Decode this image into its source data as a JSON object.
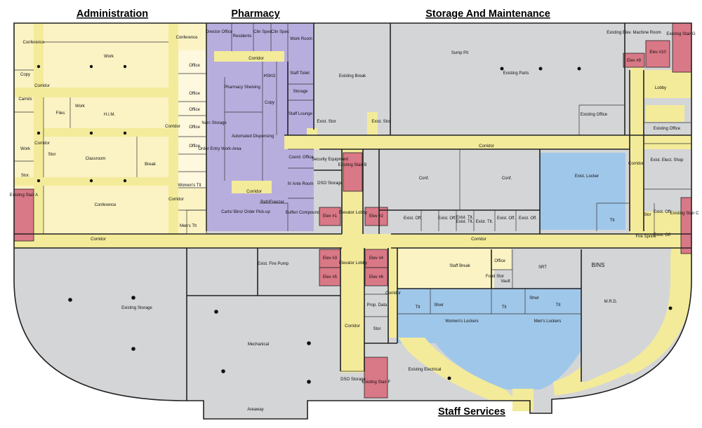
{
  "sections": {
    "administration": "Administration",
    "pharmacy": "Pharmacy",
    "storage_maintenance": "Storage And Maintenance",
    "staff_services": "Staff Services"
  },
  "colors": {
    "administration": "#fbf3c4",
    "pharmacy": "#b8aede",
    "storage": "#d4d5d6",
    "corridor": "#f3eb9a",
    "elevator_stair": "#d97886",
    "lockers": "#9fc7ea",
    "walls": "#222222"
  },
  "rooms": {
    "conference_top": "Conference",
    "work": "Work",
    "conference_small": "Conference",
    "copy": "Copy",
    "corridor_admin": "Corridor",
    "carrels": "Carrels",
    "work_left": "Work",
    "files": "Files",
    "him": "H.I.M.",
    "office_1": "Office",
    "office_2": "Office",
    "office_3": "Office",
    "office_4": "Office",
    "office_5": "Office",
    "corridor_admin_right": "Corridor",
    "corridor_admin_left": "Corridor",
    "work_lower_left": "Work",
    "stor_admin": "Stor",
    "stor_admin_2": "Stor.",
    "classroom": "Classroom",
    "break": "Break",
    "conference_large": "Conference",
    "womens_tlt": "Women's Tlt",
    "mens_tlt": "Men's Tlt",
    "corridor_admin_small": "Corridor",
    "existing_stair_a": "Existing Stair A",
    "director_office": "Director Office",
    "residents": "Residents",
    "clin_spec_1": "Clin Spec",
    "clin_spec_2": "Clin Spec",
    "work_room": "Work Room",
    "corridor_pharm": "Corridor",
    "pharmacy_shelving": "Pharmacy Shelving",
    "hskg": "HSKG",
    "staff_toilet": "Staff Toilet",
    "storage_pharm": "Storage",
    "copy_pharm": "Copy",
    "staff_lounge": "Staff Lounge",
    "narc_storage": "Narc Storage",
    "automated_dispensing": "Automated Dispensing",
    "order_entry": "Order Entry Work-Area",
    "coord_office": "Coord. Office",
    "iv_ante_room": "IV Ante Room",
    "corridor_pharm_lower": "Corridor",
    "refr_freezer": "Refr/Freezer",
    "carts_bins": "Carts/ Bins/ Order Pick-up",
    "buffer_compound": "Buffer/ Compound",
    "existing_break": "Existing Break",
    "exist_stor_1": "Exist. Stor",
    "exist_stor_2": "Exist. Stor",
    "sump_pit": "Sump Pit",
    "existing_parts": "Existing Parts",
    "existing_elev_machine_room": "Existing Elev. Machine Room",
    "elev_10": "Elev #10",
    "elev_9": "Elev #9",
    "existing_stair_g": "Existing Stair G",
    "lobby_right": "Lobby",
    "existing_office": "Existing Office",
    "existing_office_right": "Existing Office",
    "corridor_main_upper": "Corridor",
    "corridor_right_vertical": "Corridor",
    "exist_elect_shop": "Exist. Elect. Shop",
    "security_equipment": "Security Equipment",
    "existing_stair_b": "Existing Stair B",
    "dso_storage_upper": "DSO Storage",
    "conf_1": "Conf.",
    "conf_2": "Conf.",
    "exist_locker": "Exist. Locker",
    "elev_1": "Elev #1",
    "elevator_lobby_upper": "Elevator Lobby",
    "elev_2": "Elev #2",
    "exist_off_1": "Exist. Off.",
    "exist_off_2": "Exist. Off.",
    "exist_tlt_1": "Exist. Tlt.",
    "exist_tlt_2": "Exist. Tlt.",
    "exist_off_3": "Exist. Off.",
    "exist_off_4": "Exist. Off.",
    "exist_tlt_3": "Exist. Tlt.",
    "tlt_small": "Tlt",
    "stor_right": "Stor",
    "exist_off_right_1": "Exist. Off",
    "exist_off_right_2": "Exist. Off",
    "existing_stair_c": "Existing Stair C",
    "fire_sprink": "Fire Sprink",
    "corridor_main_left": "Corridor",
    "corridor_main_right": "Corridor",
    "elev_3": "Elev #3",
    "elev_4": "Elev #4",
    "elevator_lobby_lower": "Elevator Lobby",
    "elev_5": "Elev #5",
    "elev_6": "Elev #6",
    "staff_break": "Staff Break",
    "office_staff": "Office",
    "food_stor": "Food Stor",
    "vault": "Vault",
    "srt": "SRT",
    "bins": "BINS",
    "existing_fire_pump": "Exist. Fire Pump",
    "existing_storage": "Existing Storage",
    "mechanical": "Mechanical",
    "prop_data": "Prop. Data",
    "corridor_lower_1": "Corridor",
    "corridor_lower_2": "Corridor",
    "stor_lower": "Stor",
    "tlt_w": "Tlt",
    "shwr_w": "Shwr",
    "tlt_m": "Tlt",
    "shwr_m": "Shwr",
    "tlt_m2": "Tlt",
    "womens_lockers": "Women's Lockers",
    "mens_lockers": "Men's Lockers",
    "mrd": "M.R.D.",
    "dso_storage_lower": "DSO Storage",
    "existing_stair_f": "Existing Stair F",
    "existing_electrical": "Existing Electrical",
    "areaway": "Areaway"
  }
}
